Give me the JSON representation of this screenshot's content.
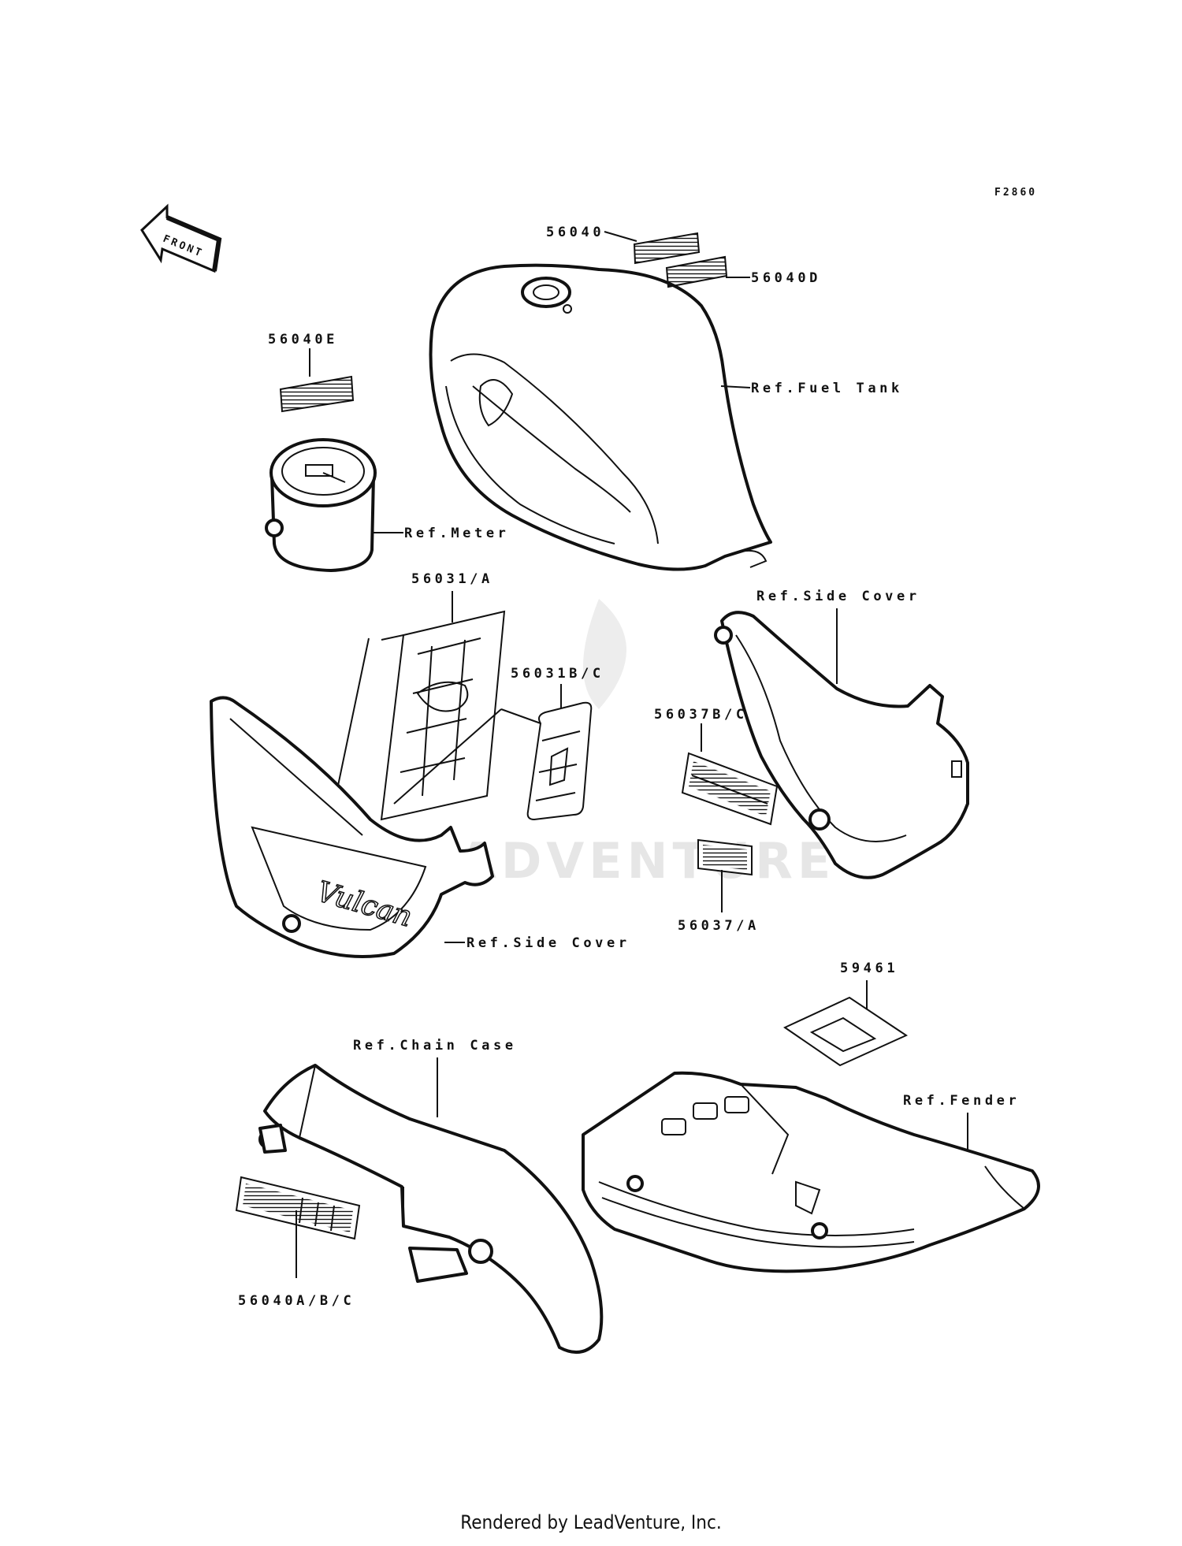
{
  "diagram": {
    "figure_code": "F2860",
    "front_label": "FRONT",
    "watermark": "LEADVENTURE",
    "emblem_text": "Vulcan",
    "callouts": [
      {
        "id": "c1",
        "text": "56040"
      },
      {
        "id": "c2",
        "text": "56040D"
      },
      {
        "id": "c3",
        "text": "56040E"
      },
      {
        "id": "c4",
        "text": "Ref.Fuel Tank"
      },
      {
        "id": "c5",
        "text": "Ref.Meter"
      },
      {
        "id": "c6",
        "text": "56031/A"
      },
      {
        "id": "c7",
        "text": "56031B/C"
      },
      {
        "id": "c8",
        "text": "Ref.Side Cover"
      },
      {
        "id": "c9",
        "text": "56037B/C"
      },
      {
        "id": "c10",
        "text": "56037/A"
      },
      {
        "id": "c11",
        "text": "Ref.Side Cover"
      },
      {
        "id": "c12",
        "text": "59461"
      },
      {
        "id": "c13",
        "text": "Ref.Chain Case"
      },
      {
        "id": "c14",
        "text": "Ref.Fender"
      },
      {
        "id": "c15",
        "text": "56040A/B/C"
      }
    ]
  },
  "footer": {
    "text": "Rendered by LeadVenture, Inc."
  }
}
